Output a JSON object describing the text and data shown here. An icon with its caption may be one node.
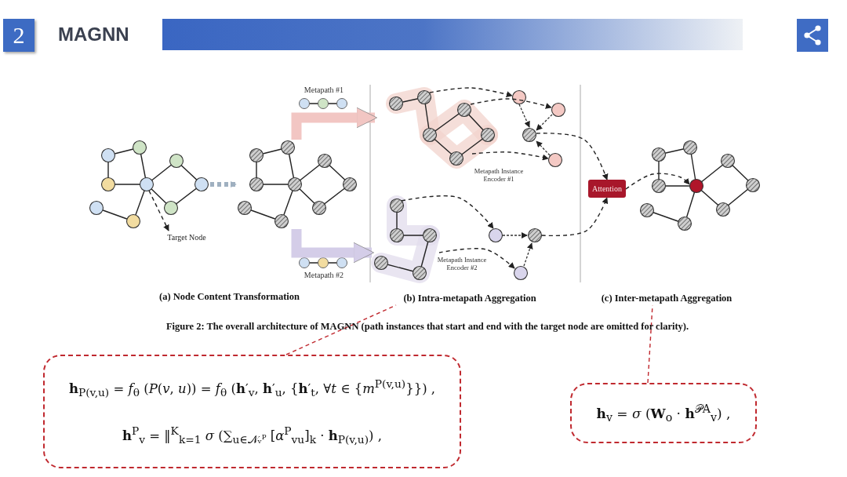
{
  "diagram": {
    "title": "MAGNN",
    "caption": "Figure 2: The overall architecture of MAGNN (path instances that start and end with the target node are omitted for clarity).",
    "nodes": [
      {
        "text": [
          "2"
        ]
      },
      {
        "text": [],
        "shape": "picture"
      },
      {
        "text": [
          "Target Node"
        ]
      },
      {
        "text": [],
        "shape": "picture"
      },
      {
        "text": [],
        "shape": "picture"
      },
      {
        "text": [],
        "shape": "picture",
        "beside": [
          "Metapath Instance Encoder #1"
        ]
      },
      {
        "text": [],
        "shape": "picture"
      },
      {
        "text": [],
        "shape": "picture",
        "beside": [
          "Metapath Instance Encoder #2"
        ]
      },
      {
        "text": [
          "Attention"
        ]
      },
      {
        "text": [],
        "shape": "picture"
      },
      {
        "text": [
          "(b) Intra-metapath Aggregation"
        ]
      },
      {
        "text": [
          "(c) Inter-metapath Aggregation"
        ]
      },
      {
        "text": [
          "**h**$_{P(v,u)}$ = *f*$_{θ}$ (*P*(*v*, *u*)) = *f*$_{θ}$ (**h**′$_{v}$, **h**′$_{u}$, {**h**′$_{t}$, ∀*t* ∈ {*m*$^{P(v,u)}$}}) ,",
          "**h**$^{P}$$_{v}$ = ‖$^{K}$$_{k=1}$ *σ* (∑$_{u∈𝒩ᵥᴾ}$ [*α*$^{P}$$_{vu}$]$_{k}$ · **h**$_{P(v,u)}$) ,"
        ]
      },
      {
        "text": [
          "**h**$_{v}$ = *σ* (**W**$_{o}$ · **h**$^{𝒫A}$$_{v}$) ,"
        ]
      }
    ],
    "edges": [
      {
        "from": 1,
        "to": 2,
        "arrow": "to",
        "style": "dashed"
      },
      {
        "from": 1,
        "to": 3,
        "arrow": "to",
        "style": "dashed",
        "color": "#9fb0c0"
      },
      {
        "from": 3,
        "to": 4,
        "arrow": "to",
        "label": "Metapath #1",
        "style": "thick",
        "color": "#f2c6c3"
      },
      {
        "from": 3,
        "to": 6,
        "arrow": "to",
        "label": "Metapath #2",
        "style": "thick",
        "color": "#d4cde8"
      },
      {
        "from": 4,
        "to": 5,
        "arrow": "to",
        "style": "dashed"
      },
      {
        "from": 4,
        "to": 5,
        "arrow": "to",
        "style": "dashed"
      },
      {
        "from": 4,
        "to": 5,
        "arrow": "to",
        "style": "dashed"
      },
      {
        "from": 6,
        "to": 7,
        "arrow": "to",
        "style": "dashed"
      },
      {
        "from": 6,
        "to": 7,
        "arrow": "to",
        "style": "dashed"
      },
      {
        "from": 5,
        "to": 8,
        "arrow": "to",
        "style": "dashed"
      },
      {
        "from": 7,
        "to": 8,
        "arrow": "to",
        "style": "dashed"
      },
      {
        "from": 8,
        "to": 9,
        "arrow": "to",
        "style": "dashed"
      },
      {
        "from": 12,
        "to": 10,
        "arrow": "none",
        "style": "dashed",
        "color": "#c0292f"
      },
      {
        "from": 13,
        "to": 11,
        "arrow": "none",
        "style": "dashed",
        "color": "#c0292f"
      }
    ],
    "labels": [
      "(a) Node Content Transformation"
    ]
  }
}
